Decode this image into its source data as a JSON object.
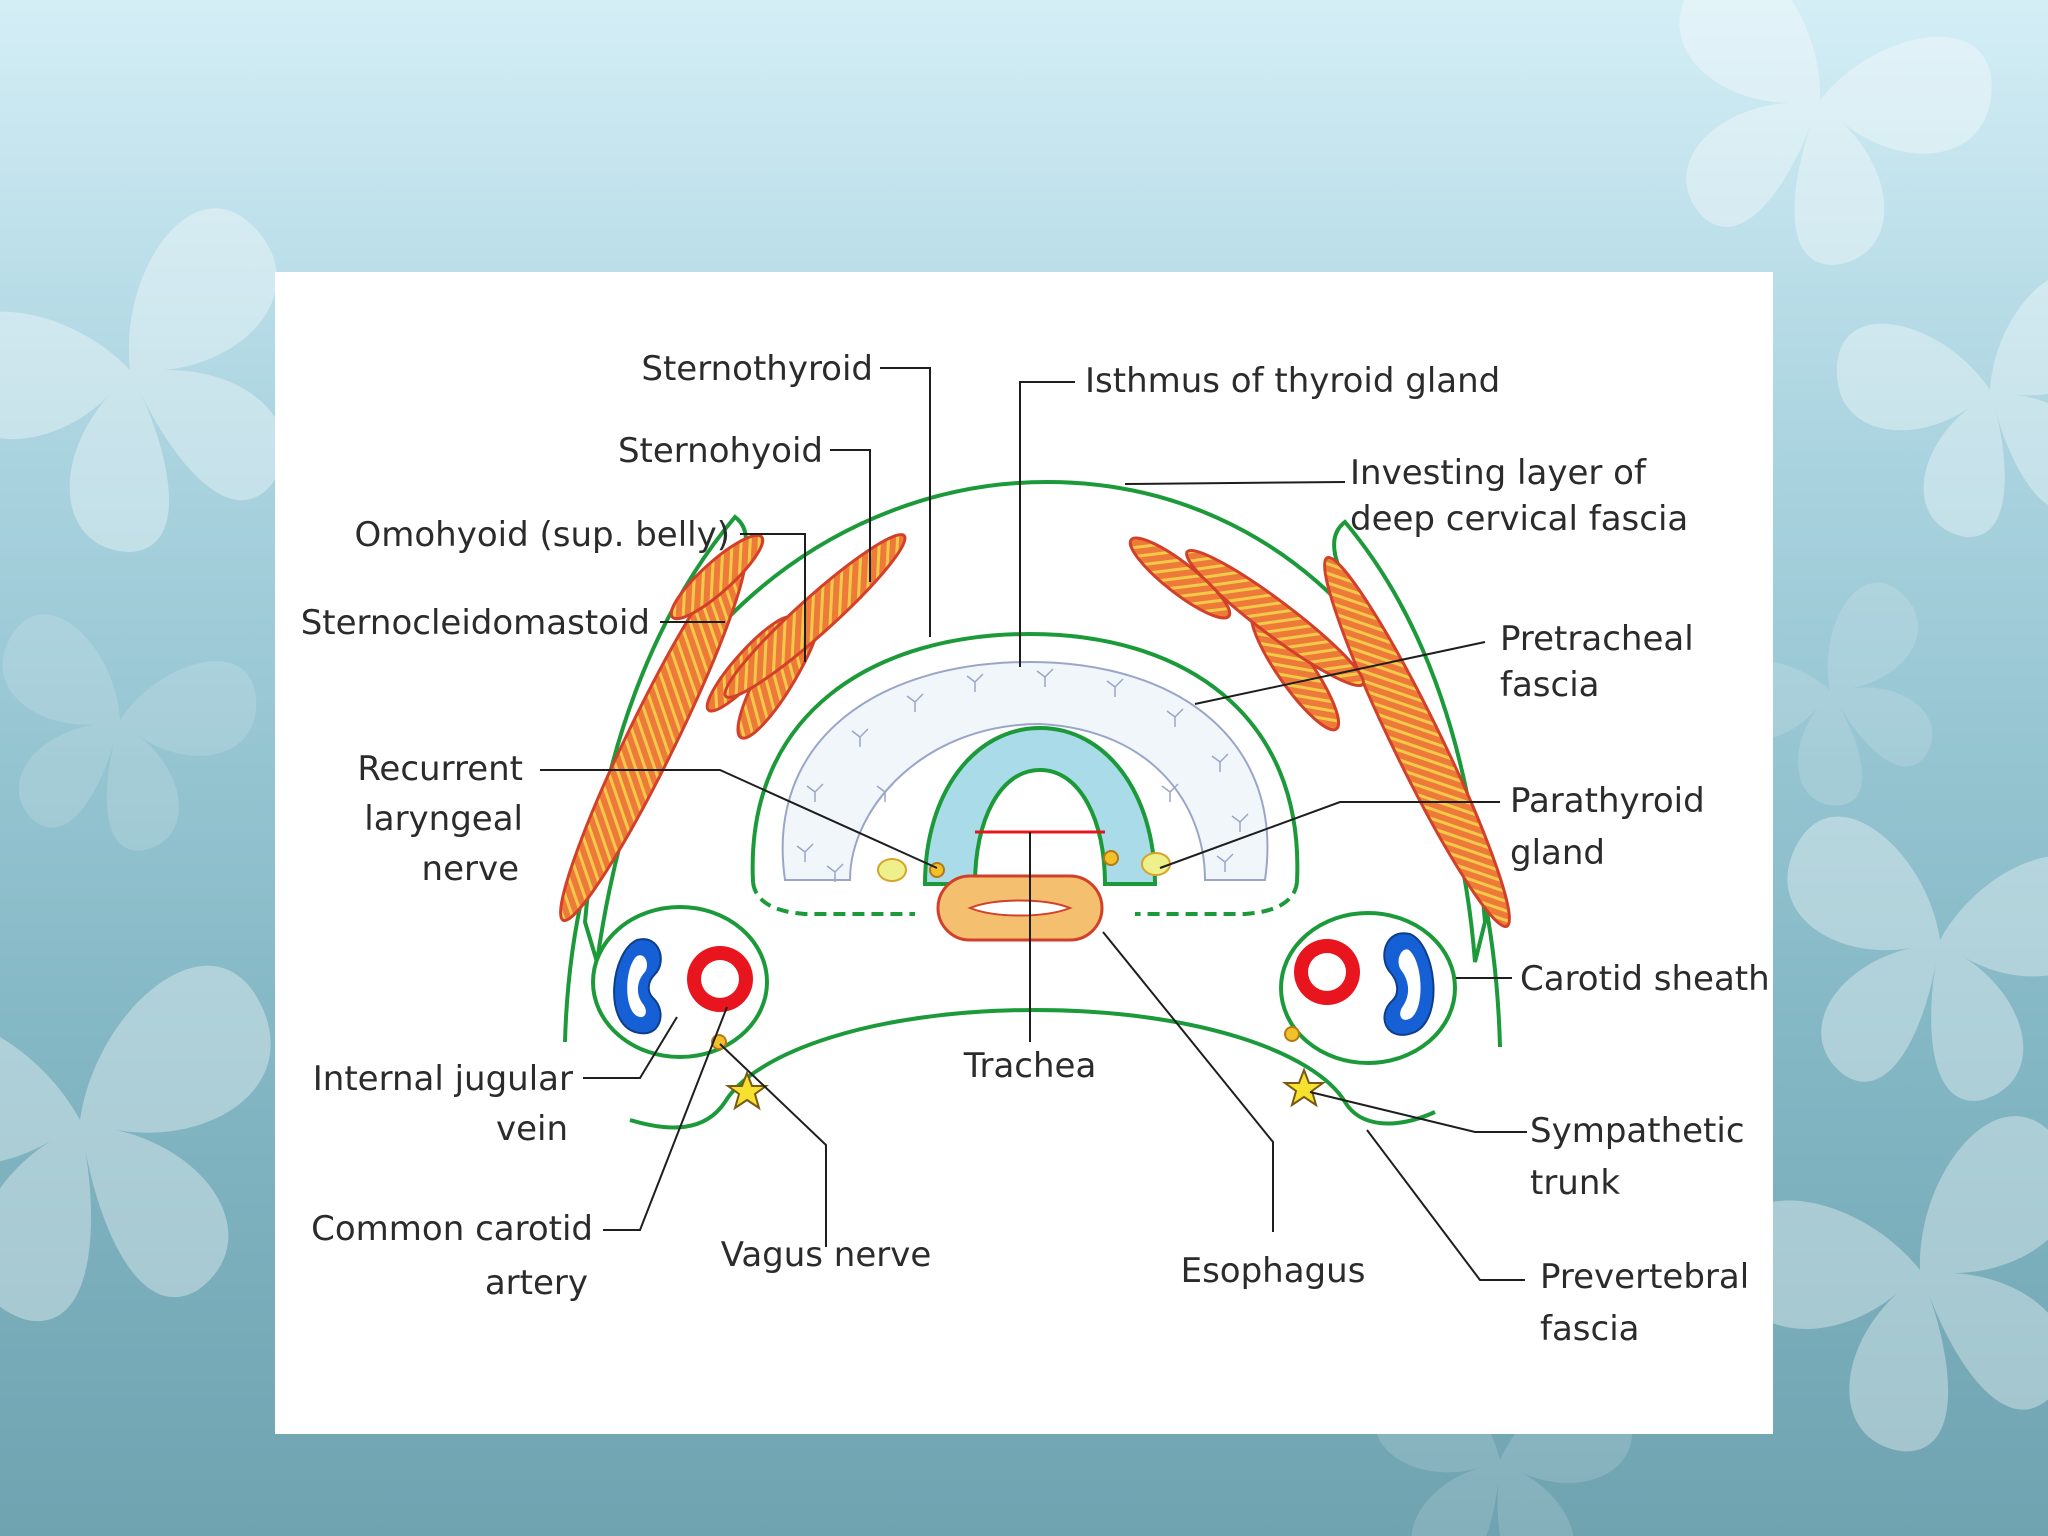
{
  "colors": {
    "fascia": "#1c9a3a",
    "muscle_fill": "#ee7a3a",
    "muscle_stripe": "#f3c94a",
    "muscle_outline": "#d2402a",
    "thyroid_fill": "#f1f6fb",
    "thyroid_outline": "#9aa6c8",
    "trachea_fill": "#a9dbe8",
    "trachea_outline": "#1c9a3a",
    "esophagus_fill": "#f4c070",
    "artery": "#e8141e",
    "vein": "#1660d6",
    "nerve_fill": "#f2c02a",
    "parathyroid_fill": "#eef08c",
    "star_fill": "#f6e030"
  },
  "labels": {
    "sternothyroid": "Sternothyroid",
    "sternohyoid": "Sternohyoid",
    "omohyoid": "Omohyoid (sup. belly)",
    "scm": "Sternocleidomastoid",
    "isthmus": "Isthmus of thyroid gland",
    "investing_1": "Investing layer of",
    "investing_2": "deep cervical fascia",
    "pretracheal_1": "Pretracheal",
    "pretracheal_2": "fascia",
    "recurrent_1": "Recurrent",
    "recurrent_2": "laryngeal",
    "recurrent_3": "nerve",
    "parathyroid_1": "Parathyroid",
    "parathyroid_2": "gland",
    "carotid_sheath": "Carotid sheath",
    "ijv_1": "Internal jugular",
    "ijv_2": "vein",
    "trachea": "Trachea",
    "sympathetic_1": "Sympathetic",
    "sympathetic_2": "trunk",
    "cca_1": "Common carotid",
    "cca_2": "artery",
    "vagus": "Vagus nerve",
    "esophagus": "Esophagus",
    "prevertebral_1": "Prevertebral",
    "prevertebral_2": "fascia"
  },
  "icons": [
    "butterfly-icon",
    "star-icon"
  ]
}
